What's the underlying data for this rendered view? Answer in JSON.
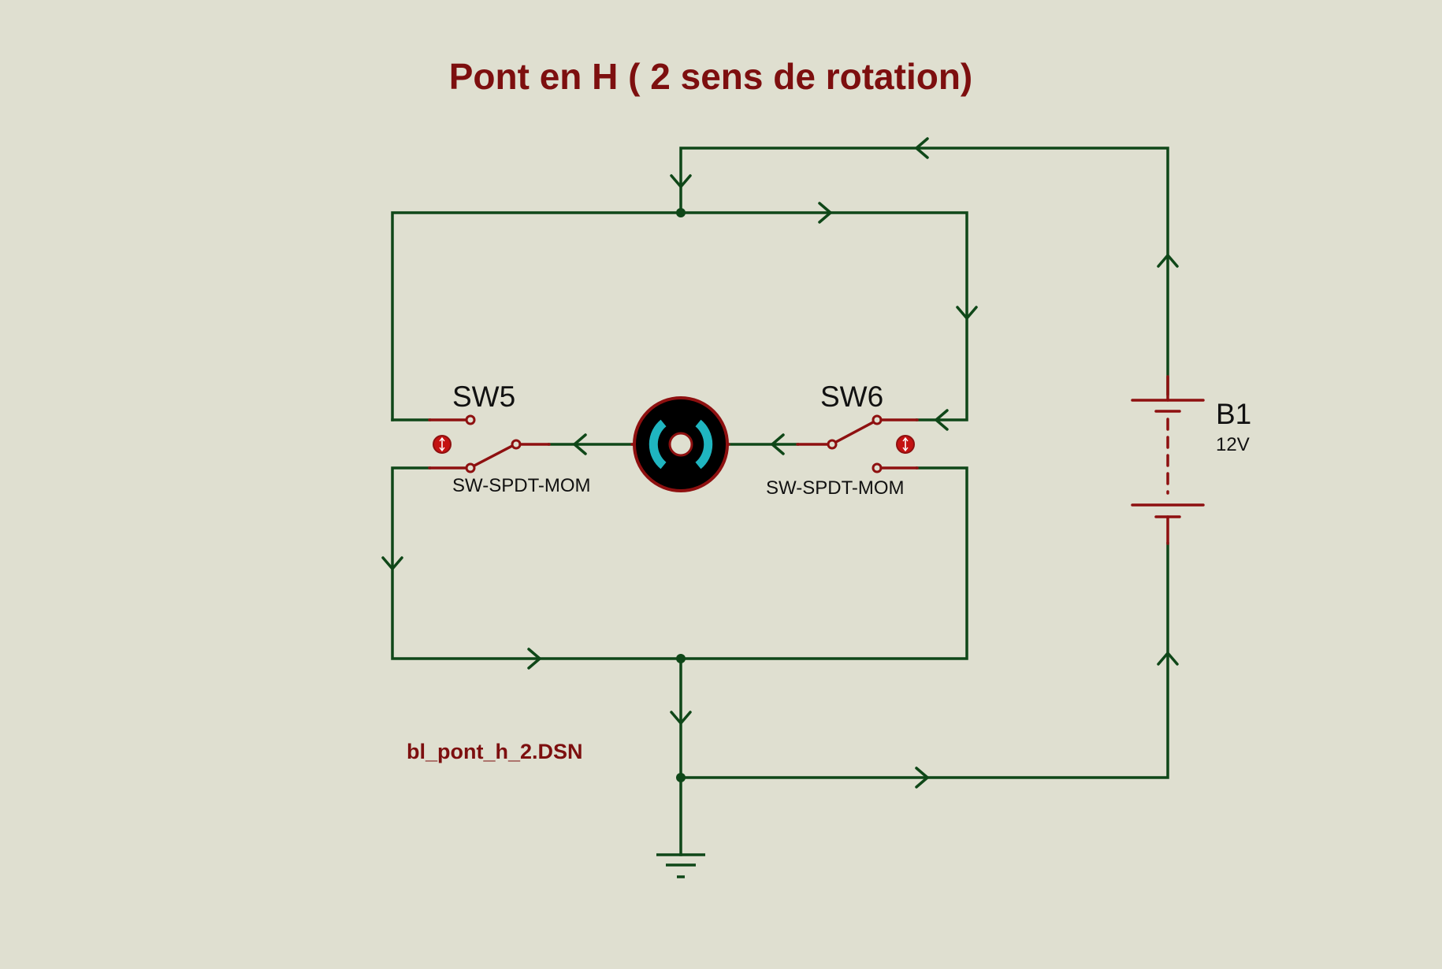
{
  "title": "Pont en H ( 2 sens de rotation)",
  "filename": "bl_pont_h_2.DSN",
  "components": {
    "sw5": {
      "refdes": "SW5",
      "part": "SW-SPDT-MOM",
      "actuator_icon": "toggle-actuator-icon"
    },
    "sw6": {
      "refdes": "SW6",
      "part": "SW-SPDT-MOM",
      "actuator_icon": "toggle-actuator-icon"
    },
    "battery": {
      "refdes": "B1",
      "value": "12V",
      "icon": "battery-icon"
    },
    "motor": {
      "icon": "dc-motor-icon"
    },
    "ground": {
      "icon": "ground-icon"
    }
  },
  "colors": {
    "background": "#dfdfd0",
    "wire": "#0f4718",
    "component": "#8e1010",
    "title": "#7d0f0f",
    "motor_body": "#000000",
    "motor_accent": "#1fb5c0"
  }
}
